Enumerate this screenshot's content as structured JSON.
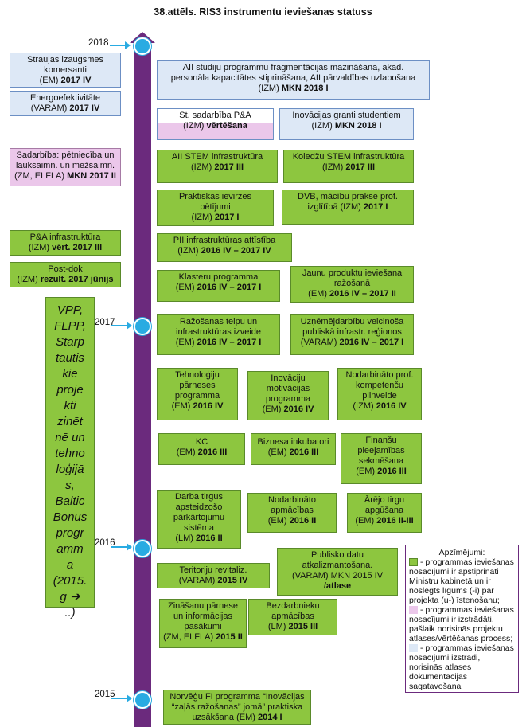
{
  "title": "38.attēls. RIS3 instrumentu ieviešanas statuss",
  "years": {
    "y2018": "2018",
    "y2017": "2017",
    "y2016": "2016",
    "y2015": "2015"
  },
  "left": {
    "b1": {
      "l1": "Straujas izaugsmes",
      "l2": "komersanti",
      "l3a": "(EM) ",
      "l3b": "2017 IV"
    },
    "b2": {
      "l1": "Energoefektivitāte",
      "l2a": "(VARAM) ",
      "l2b": "2017 IV"
    },
    "b3": {
      "l1": "Sadarbība: pētniecība un",
      "l2": "lauksaimn. un mežsaimn.",
      "l3a": "(ZM, ELFLA) ",
      "l3b": "MKN 2017 II"
    },
    "b4": {
      "l1": "P&A infrastruktūra",
      "l2a": "(IZM) ",
      "l2b": "vērt. 2017 III"
    },
    "b5": {
      "l1": "Post-dok",
      "l2a": "(IZM) ",
      "l2b": "rezult. 2017 jūnijs"
    },
    "vpp": [
      "VPP,",
      "FLPP,",
      "Starp",
      "tautis",
      "kie",
      "proje",
      "kti",
      "zinēt",
      "nē un",
      "tehno",
      "loģijā",
      "s,",
      "Baltic",
      "Bonus",
      "progr",
      "amm",
      "a",
      "(2015.",
      "g ➔",
      "..)"
    ]
  },
  "right": {
    "r1": {
      "l1": "AII studiju programmu fragmentācijas mazināšana, akad.",
      "l2": "personāla kapacitātes stiprināšana, AII pārvaldības uzlabošana",
      "l3a": "(IZM) ",
      "l3b": "MKN 2018 I"
    },
    "r2": {
      "l1": "St. sadarbība P&A",
      "l2a": "(IZM) ",
      "l2b": "vērtēšana"
    },
    "r3": {
      "l1": "Inovācijas granti studentiem",
      "l2a": "(IZM) ",
      "l2b": "MKN 2018 I"
    },
    "r4": {
      "l1": "AII STEM infrastruktūra",
      "l2a": "(IZM) ",
      "l2b": "2017 III"
    },
    "r5": {
      "l1": "Koledžu STEM infrastruktūra",
      "l2a": "(IZM) ",
      "l2b": "2017 III"
    },
    "r6": {
      "l1": "Praktiskas ievirzes",
      "l2": "pētījumi",
      "l3a": "(IZM) ",
      "l3b": "2017 I"
    },
    "r7": {
      "l1": "DVB, mācību prakse prof.",
      "l2a": "izglītībā (IZM) ",
      "l2b": "2017 I"
    },
    "r8": {
      "l1": "PII infrastruktūras attīstība",
      "l2a": "(IZM) ",
      "l2b": "2016 IV – 2017 IV"
    },
    "r9": {
      "l1": "Klasteru programma",
      "l2a": "(EM) ",
      "l2b": "2016 IV – 2017 I"
    },
    "r10": {
      "l1": "Jaunu produktu ieviešana",
      "l2": "ražošanā",
      "l3a": "(EM) ",
      "l3b": "2016 IV – 2017 II"
    },
    "r11": {
      "l1": "Ražošanas telpu un",
      "l2": "infrastruktūras izveide",
      "l3a": "(EM) ",
      "l3b": "2016 IV – 2017 I"
    },
    "r12": {
      "l1": "Uzņēmējdarbību veicinoša",
      "l2": "publiskā infrastr. reģionos",
      "l3a": "(VARAM) ",
      "l3b": "2016 IV – 2017 I"
    },
    "r13": {
      "l1": "Tehnoloģiju",
      "l2": "pārneses",
      "l3": "programma",
      "l4a": "(EM) ",
      "l4b": "2016 IV"
    },
    "r14": {
      "l1": "Inovāciju",
      "l2": "motivācijas",
      "l3": "programma",
      "l4a": "(EM) ",
      "l4b": "2016 IV"
    },
    "r15": {
      "l1": "Nodarbināto prof.",
      "l2": "kompetenču",
      "l3": "pilnveide",
      "l4a": "(IZM) ",
      "l4b": "2016 IV"
    },
    "r16": {
      "l1": "KC",
      "l2a": "(EM) ",
      "l2b": "2016 III"
    },
    "r17": {
      "l1": "Biznesa inkubatori",
      "l2a": "(EM) ",
      "l2b": "2016 III"
    },
    "r18": {
      "l1": "Finanšu",
      "l2": "pieejamības",
      "l3": "sekmēšana",
      "l4a": "(EM) ",
      "l4b": "2016 III"
    },
    "r19": {
      "l1": "Darba tirgus",
      "l2": "apsteidzošo",
      "l3": "pārkārtojumu",
      "l4": "sistēma",
      "l5a": "(LM) ",
      "l5b": "2016 II"
    },
    "r20": {
      "l1": "Nodarbināto",
      "l2": "apmācības",
      "l3a": "(EM) ",
      "l3b": "2016 II"
    },
    "r21": {
      "l1": "Ārējo tirgu",
      "l2": "apgūšana",
      "l3a": "(EM) ",
      "l3b": "2016 II-III"
    },
    "r22": {
      "l1": "Teritoriju revitaliz.",
      "l2a": "(VARAM) ",
      "l2b": "2015 IV"
    },
    "r23": {
      "l1": "Publisko datu",
      "l2": "atkalizmantošana.",
      "l3": "(VARAM) MKN 2015 IV",
      "l4": "/atlase"
    },
    "r24": {
      "l1": "Zināšanu pārnese",
      "l2": "un informācijas",
      "l3": "pasākumi",
      "l4a": "(ZM, ELFLA) ",
      "l4b": "2015 II"
    },
    "r25": {
      "l1": "Bezdarbnieku",
      "l2": "apmācības",
      "l3a": "(LM) ",
      "l3b": "2015 III"
    },
    "r26": {
      "l1": "Norvēģu FI programma “Inovācijas",
      "l2": "“zaļās ražošanas” jomā” praktiska",
      "l3a": "uzsākšana (EM) ",
      "l3b": "2014 I"
    }
  },
  "legend": {
    "title": "Apzīmējumi:",
    "g": "-  programmas ieviešanas nosacījumi ir apstiprināti Ministru kabinetā un ir noslēgts līgums (-i) par projekta (u-) īstenošanu;",
    "p": "- programmas ieviešanas nosacījumi ir izstrādāti, pašlaik norisinās projektu atlases/vērtēšanas process;",
    "w": "- programmas ieviešanas nosacījumi izstrādi, norisinās atlases dokumentācijas sagatavošana",
    "colors": {
      "green": "#8dc63f",
      "pink": "#ebc7ea",
      "blue": "#dde8f6",
      "timeline": "#6b2a7d",
      "dot": "#29abe2"
    }
  }
}
